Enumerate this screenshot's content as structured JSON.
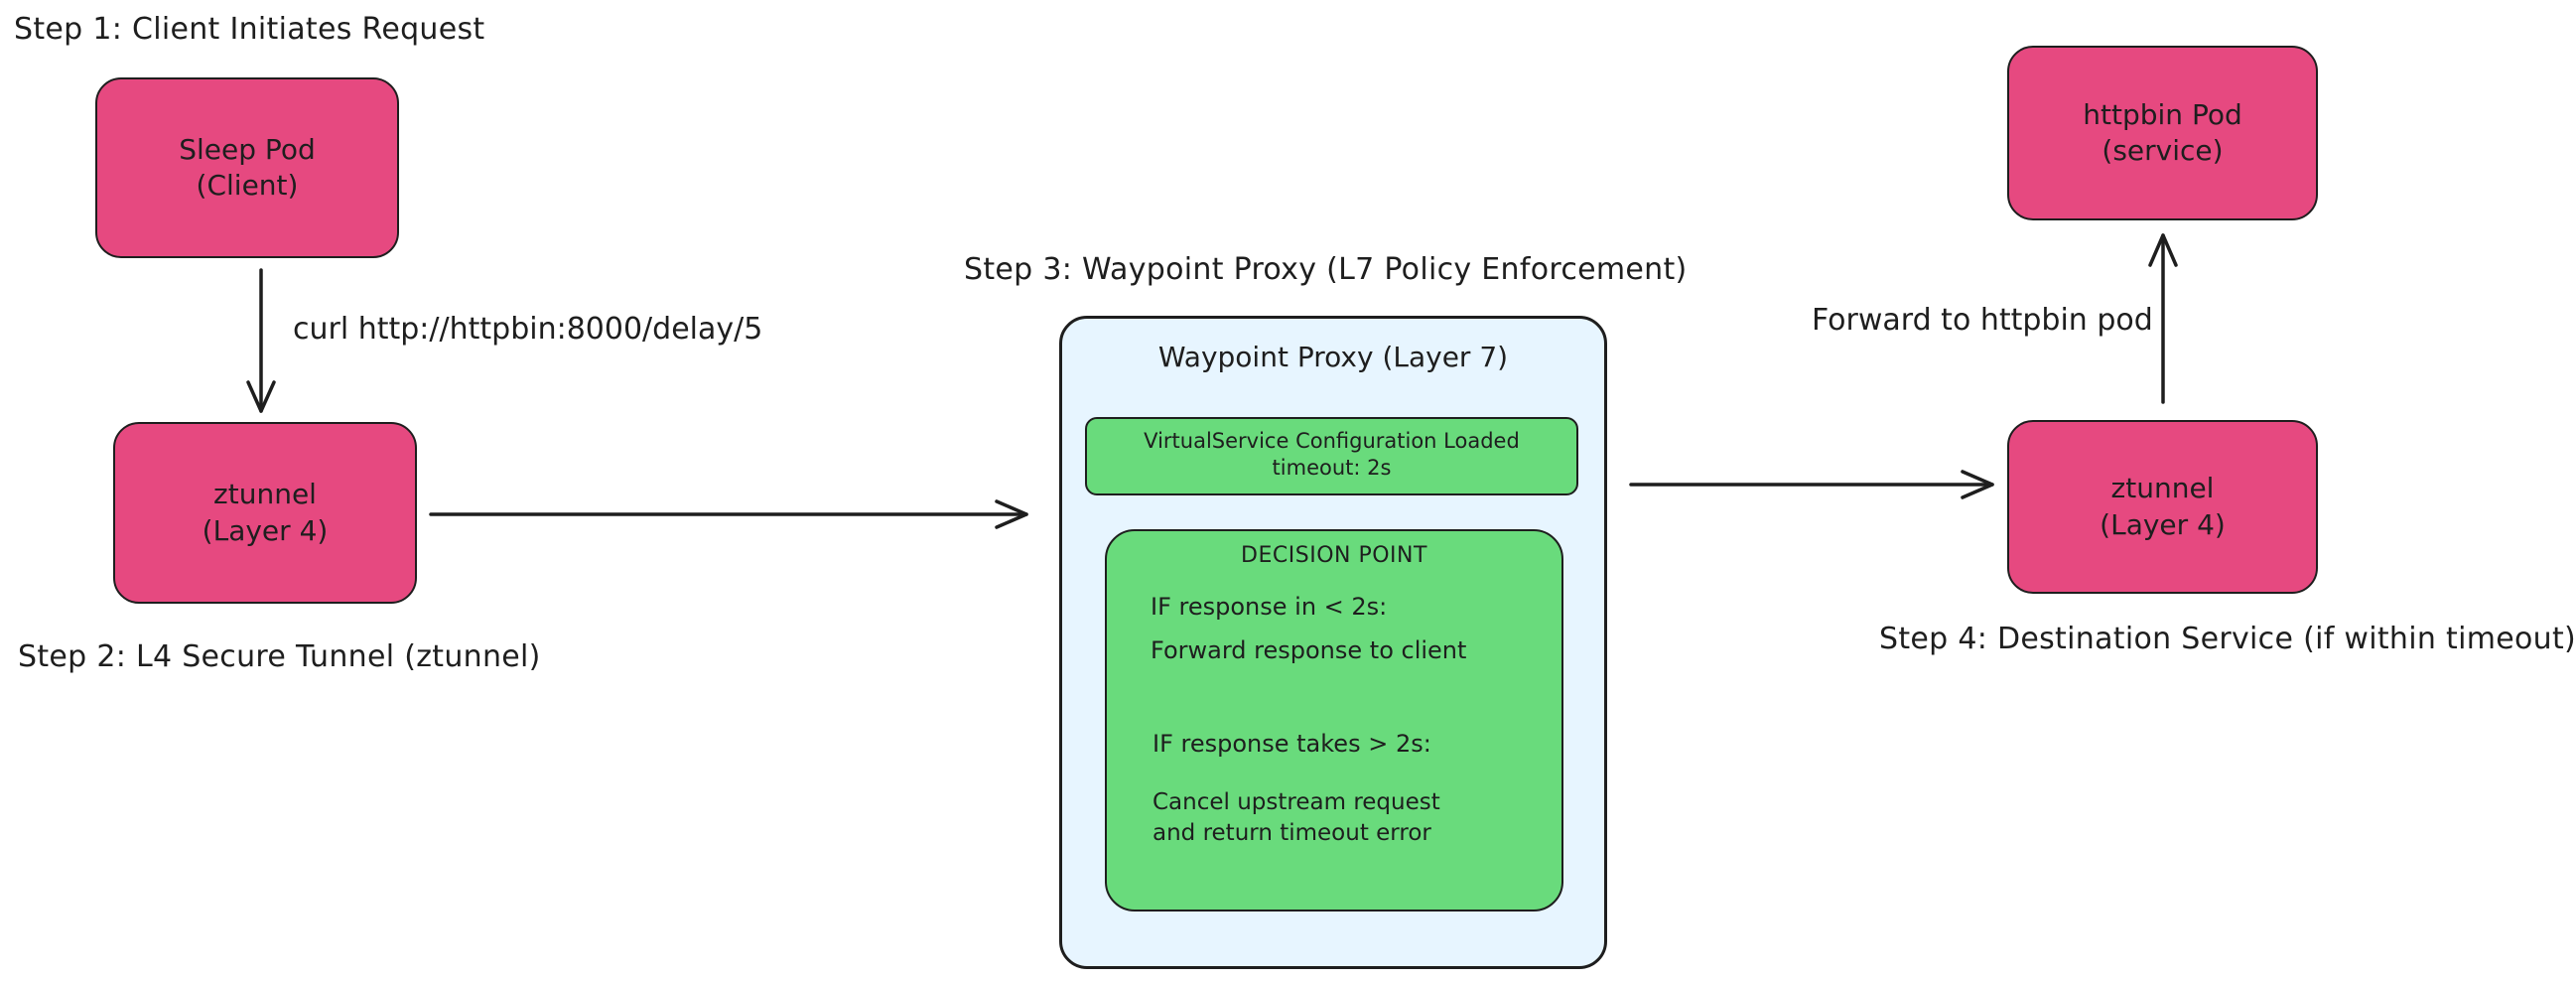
{
  "steps": {
    "step1": "Step 1: Client Initiates Request",
    "step2": "Step 2: L4 Secure Tunnel (ztunnel)",
    "step3": "Step 3: Waypoint Proxy (L7 Policy Enforcement)",
    "step4": "Step 4: Destination Service (if within timeout)"
  },
  "nodes": {
    "sleep_pod": {
      "line1": "Sleep Pod",
      "line2": "(Client)"
    },
    "ztunnel_left": {
      "line1": "ztunnel",
      "line2": "(Layer 4)"
    },
    "ztunnel_right": {
      "line1": "ztunnel",
      "line2": "(Layer 4)"
    },
    "httpbin_pod": {
      "line1": "httpbin Pod",
      "line2": "(service)"
    }
  },
  "edges": {
    "curl_label": "curl http://httpbin:8000/delay/5",
    "forward_label": "Forward to httpbin pod"
  },
  "waypoint": {
    "title": "Waypoint Proxy (Layer 7)",
    "config_line1": "VirtualService Configuration Loaded",
    "config_line2": "timeout: 2s",
    "decision_title": "DECISION POINT",
    "if_fast": "IF response in < 2s:",
    "fast_action": "Forward response to client",
    "if_slow": "IF response takes > 2s:",
    "slow_action_line1": "Cancel upstream request",
    "slow_action_line2": "and return timeout error"
  },
  "colors": {
    "pod_fill": "#e64980",
    "proxy_fill": "#e7f5ff",
    "decision_fill": "#69db7c",
    "stroke": "#1e1e1e"
  }
}
